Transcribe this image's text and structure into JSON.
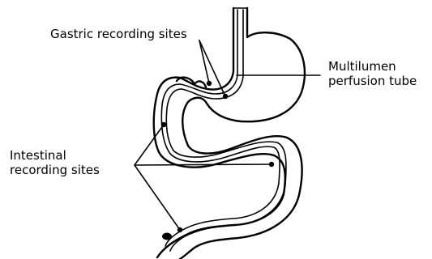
{
  "labels": {
    "gastric_line1": "Gastric recording sites",
    "tube_line1": "Multilumen",
    "tube_line2": "perfusion tube",
    "intestinal_line1": "Intestinal",
    "intestinal_line2": "recording sites"
  }
}
